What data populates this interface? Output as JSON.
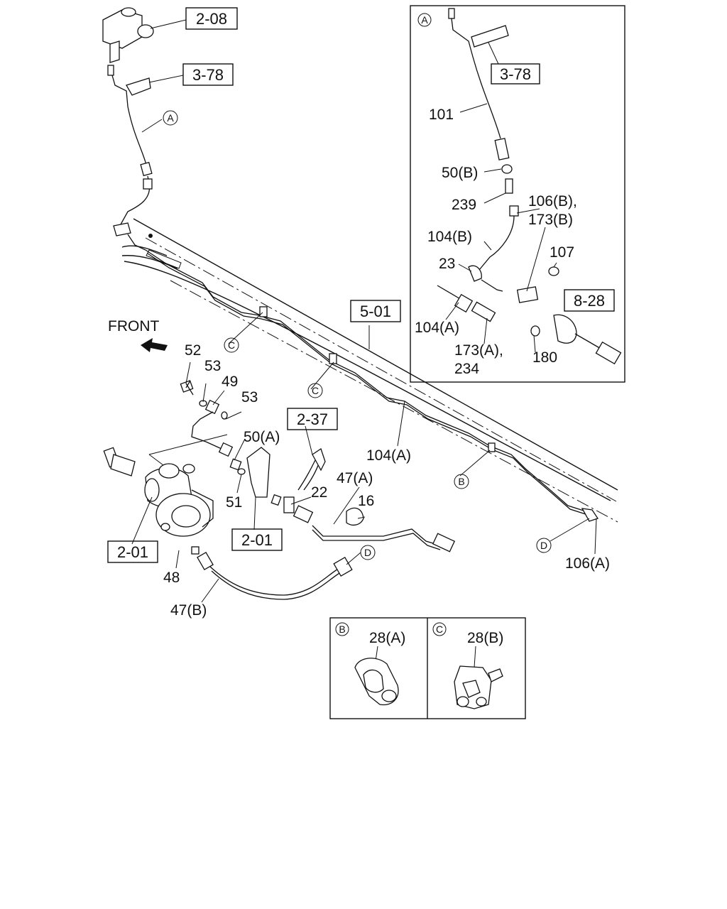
{
  "front_label": "FRONT",
  "ref_boxes": [
    "2-08",
    "3-78",
    "5-01",
    "2-37",
    "2-01",
    "2-01",
    "3-78",
    "8-28"
  ],
  "callouts": {
    "main": [
      "52",
      "53",
      "49",
      "53",
      "50(A)",
      "51",
      "22",
      "47(A)",
      "16",
      "104(A)",
      "106(A)",
      "48",
      "47(B)"
    ],
    "detail_a": [
      "101",
      "50(B)",
      "239",
      "106(B),",
      "173(B)",
      "104(B)",
      "107",
      "23",
      "104(A)",
      "173(A),",
      "234",
      "180"
    ]
  },
  "circle_markers": {
    "main": [
      "A",
      "C",
      "C",
      "B",
      "D",
      "D"
    ],
    "detail_a": "A",
    "detail_b": "B",
    "detail_c": "C"
  },
  "detail_b_label": "28(A)",
  "detail_c_label": "28(B)"
}
